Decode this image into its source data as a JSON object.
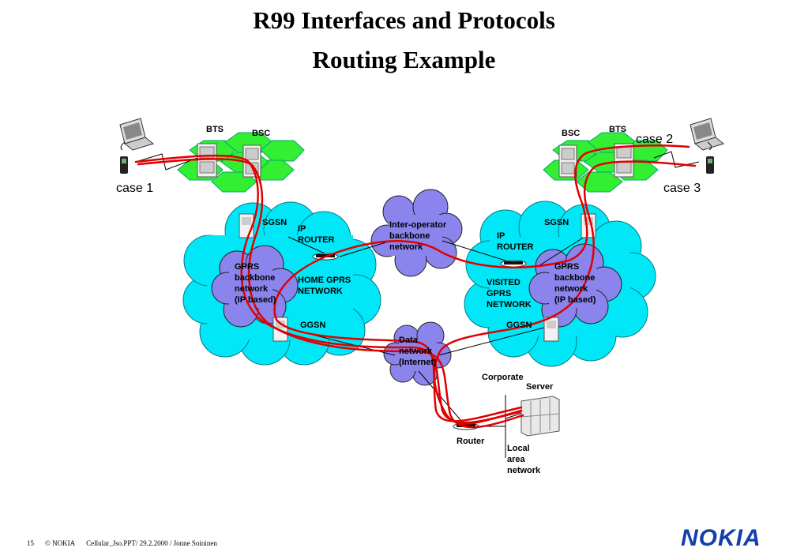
{
  "title": {
    "line1": "R99 Interfaces and Protocols",
    "line2": "Routing Example"
  },
  "labels": {
    "bts_left": "BTS",
    "bsc_left": "BSC",
    "bts_right": "BTS",
    "bsc_right": "BSC",
    "case1": "case 1",
    "case2": "case 2",
    "case3": "case 3",
    "sgsn_home": "SGSN",
    "sgsn_visited": "SGSN",
    "ggsn_home": "GGSN",
    "ggsn_visited": "GGSN",
    "ip_router_home": [
      "IP",
      "ROUTER"
    ],
    "ip_router_visited": [
      "IP",
      "ROUTER"
    ],
    "gprs_home": [
      "GPRS",
      "backbone",
      "network",
      "(IP based)"
    ],
    "gprs_visited": [
      "GPRS",
      "backbone",
      "network",
      "(IP based)"
    ],
    "home_network": [
      "HOME GPRS",
      "NETWORK"
    ],
    "visited_network": [
      "VISITED",
      "GPRS",
      "NETWORK"
    ],
    "inter_operator": [
      "Inter-operator",
      "backbone",
      "network"
    ],
    "data_network": [
      "Data",
      "network",
      "(Internet)"
    ],
    "corporate": "Corporate",
    "server": "Server",
    "router": "Router",
    "lan": [
      "Local",
      "area",
      "network"
    ]
  },
  "footer": {
    "page": "15",
    "company": "© NOKIA",
    "info": "Cellular_Jso.PPT/ 29.2.2000 / Jonne Soininen"
  },
  "logo": "NOKIA",
  "colors": {
    "route": "#e00000",
    "radio_cell": "#33ee33",
    "gprs_network": "#00e8f8",
    "cloud": "#8a84ec",
    "logo": "#1240ab"
  }
}
